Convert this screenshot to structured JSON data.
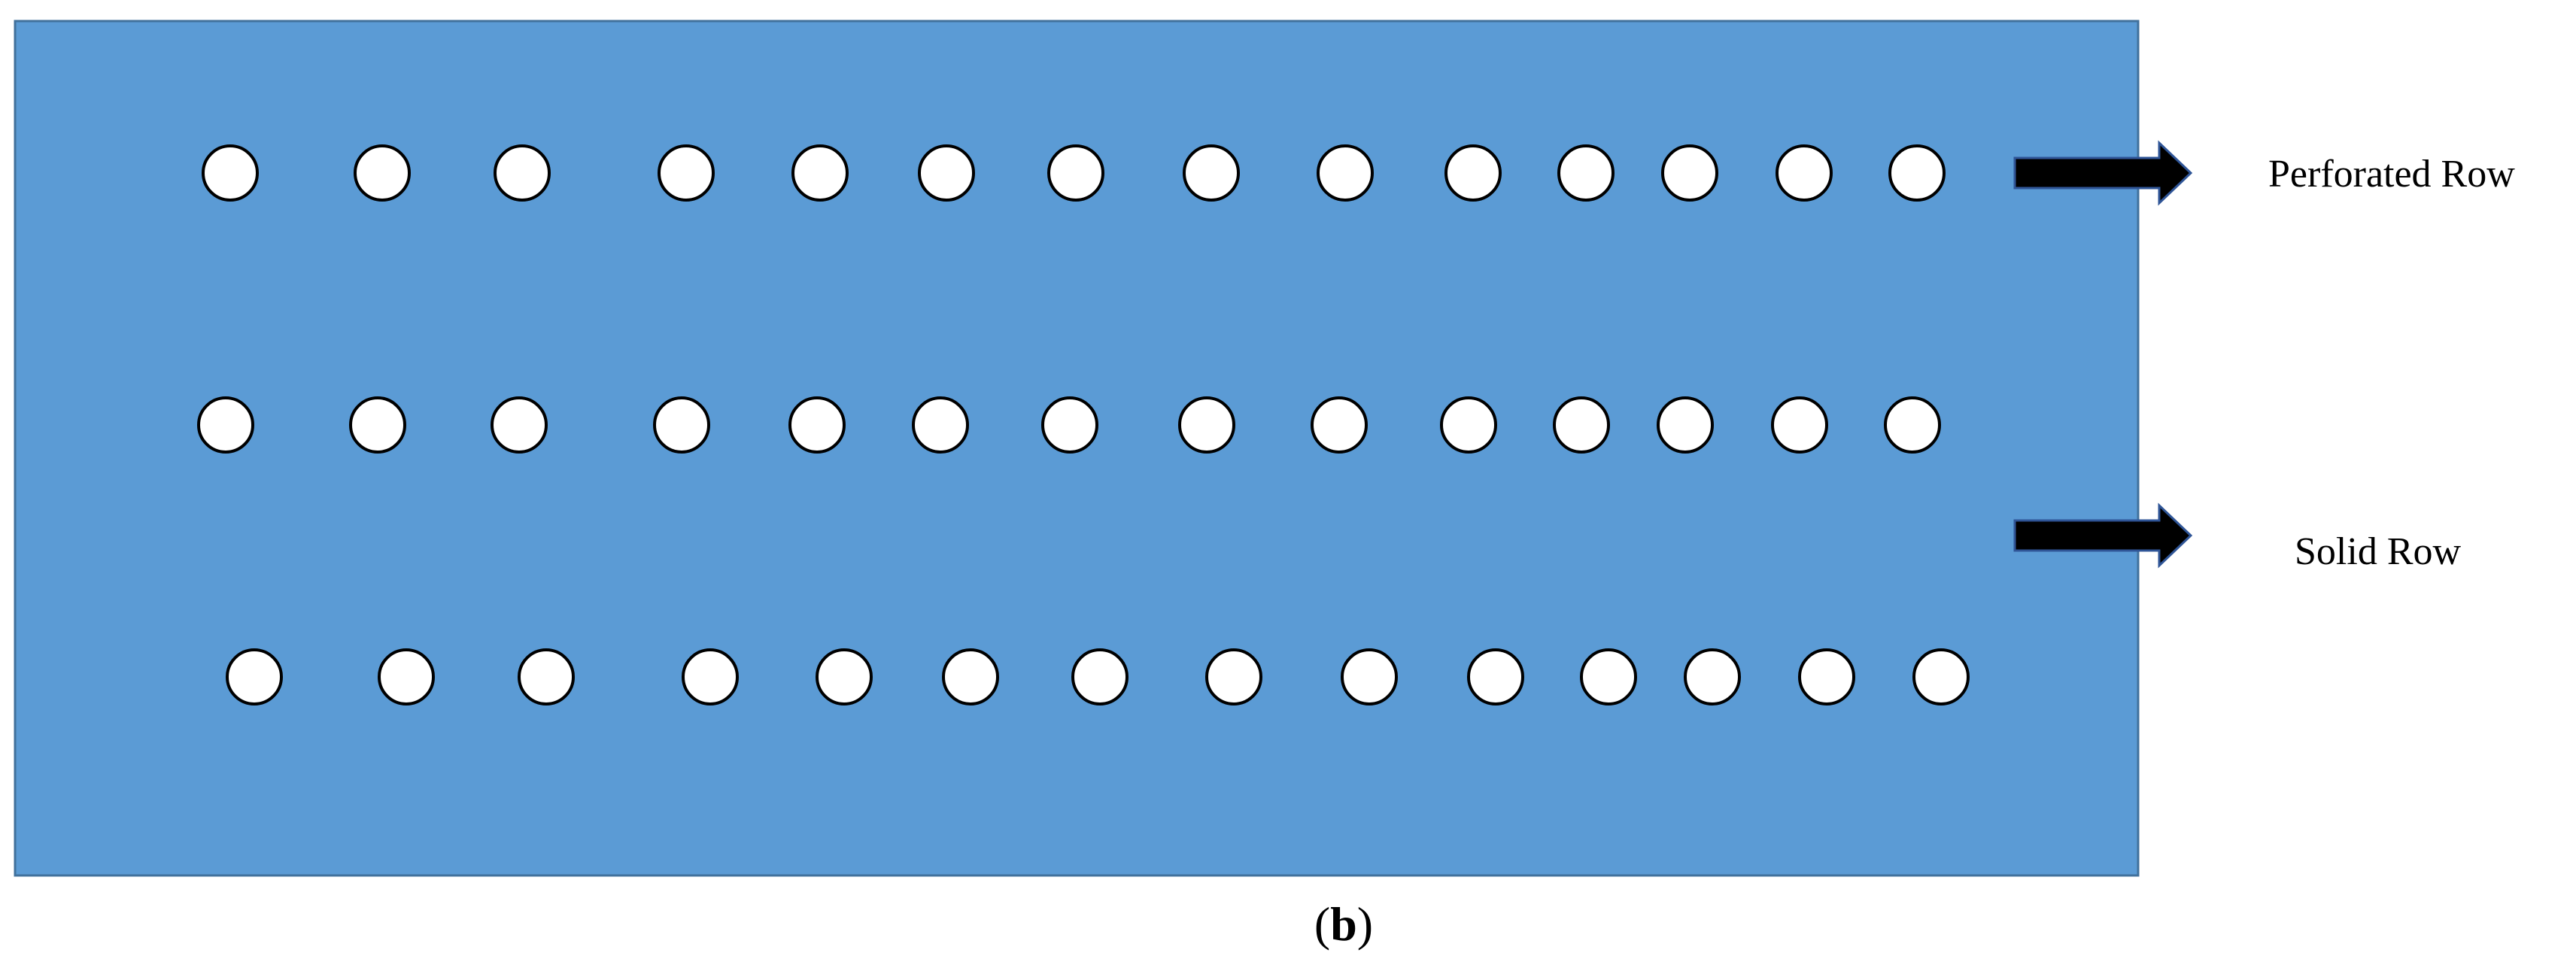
{
  "colors": {
    "panel_fill": "#5B9BD5",
    "panel_stroke": "#41719C",
    "hole_fill": "#FFFFFF",
    "hole_stroke": "#000000",
    "arrow_fill": "#000000",
    "arrow_stroke": "#2F5597",
    "text": "#000000"
  },
  "rows": [
    {
      "hole_count": 14
    },
    {
      "hole_count": 14
    },
    {
      "hole_count": 14
    }
  ],
  "labels": {
    "perforated_row": "Perforated Row",
    "solid_row": "Solid Row"
  },
  "caption": {
    "open": "(",
    "letter": "b",
    "close": ")"
  }
}
